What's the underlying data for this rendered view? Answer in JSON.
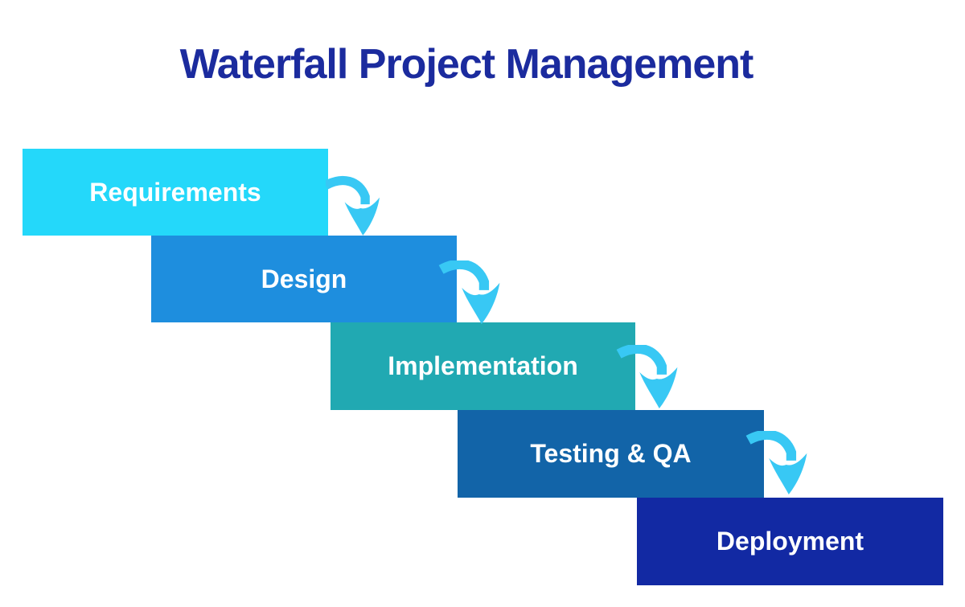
{
  "title": {
    "text": "Waterfall Project Management",
    "color": "#1b2b9e"
  },
  "diagram": {
    "background_color": "#ffffff",
    "label_color": "#ffffff",
    "arrow_color": "#38c8f4",
    "steps": [
      {
        "label": "Requirements",
        "color": "#24d8fa"
      },
      {
        "label": "Design",
        "color": "#1e8ede"
      },
      {
        "label": "Implementation",
        "color": "#21a9b2"
      },
      {
        "label": "Testing & QA",
        "color": "#1264a8"
      },
      {
        "label": "Deployment",
        "color": "#1229a3"
      }
    ]
  }
}
